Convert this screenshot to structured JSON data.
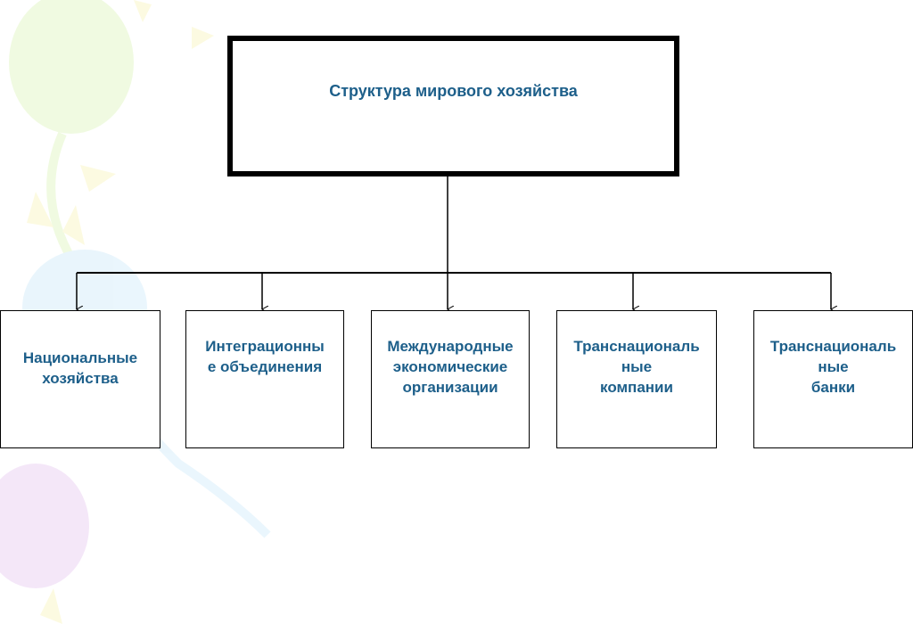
{
  "diagram": {
    "root": {
      "label": "Структура мирового хозяйства"
    },
    "children": [
      {
        "label": "Национальные\nхозяйства"
      },
      {
        "label": "Интеграционны\nе объединения"
      },
      {
        "label": "Международные\nэкономические\nорганизации"
      },
      {
        "label": "Транснациональ\nные\nкомпании"
      },
      {
        "label": "Транснациональ\nные\nбанки"
      }
    ]
  }
}
